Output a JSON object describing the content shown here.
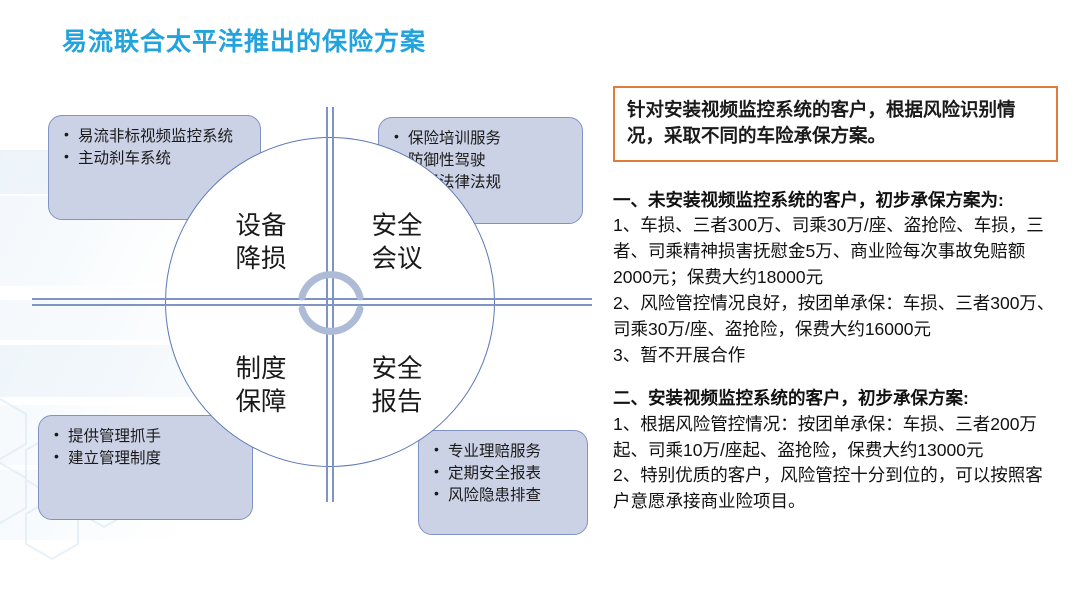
{
  "slide": {
    "title": "易流联合太平洋推出的保险方案",
    "title_color": "#22a3dd",
    "accent_orange": "#e07b39",
    "box_fill": "#ccd2e6",
    "box_border": "#7f94c4"
  },
  "diagram": {
    "quadrants": [
      {
        "id": "equipment-loss-reduction",
        "label": "设备\n降损"
      },
      {
        "id": "safety-meeting",
        "label": "安全\n会议"
      },
      {
        "id": "system-assurance",
        "label": "制度\n保障"
      },
      {
        "id": "safety-report",
        "label": "安全\n报告"
      }
    ],
    "corner_boxes": {
      "top_left": {
        "items": [
          "易流非标视频监控系统",
          "主动刹车系统"
        ]
      },
      "top_right": {
        "items": [
          "保险培训服务",
          "防御性驾驶",
          "交通法律法规"
        ]
      },
      "bottom_left": {
        "items": [
          "提供管理抓手",
          "建立管理制度"
        ]
      },
      "bottom_right": {
        "items": [
          "专业理赔服务",
          "定期安全报表",
          "风险隐患排查"
        ]
      }
    }
  },
  "right_panel": {
    "highlight": "针对安装视频监控系统的客户，根据风险识别情况，采取不同的车险承保方案。",
    "paragraphs": [
      {
        "type": "heading",
        "text": " 一、未安装视频监控系统的客户，初步承保方案为:"
      },
      {
        "type": "body",
        "text": "1、车损、三者300万、司乘30万/座、盗抢险、车损，三者、司乘精神损害抚慰金5万、商业险每次事故免赔额2000元；保费大约18000元"
      },
      {
        "type": "body",
        "text": "2、风险管控情况良好，按团单承保：车损、三者300万、司乘30万/座、盗抢险，保费大约16000元"
      },
      {
        "type": "body",
        "text": "3、暂不开展合作"
      },
      {
        "type": "spacer",
        "text": ""
      },
      {
        "type": "heading",
        "text": "二、安装视频监控系统的客户，初步承保方案:"
      },
      {
        "type": "body",
        "text": "1、根据风险管控情况：按团单承保：车损、三者200万起、司乘10万/座起、盗抢险，保费大约13000元"
      },
      {
        "type": "body",
        "text": "2、特别优质的客户，风险管控十分到位的，可以按照客户意愿承接商业险项目。"
      }
    ]
  }
}
